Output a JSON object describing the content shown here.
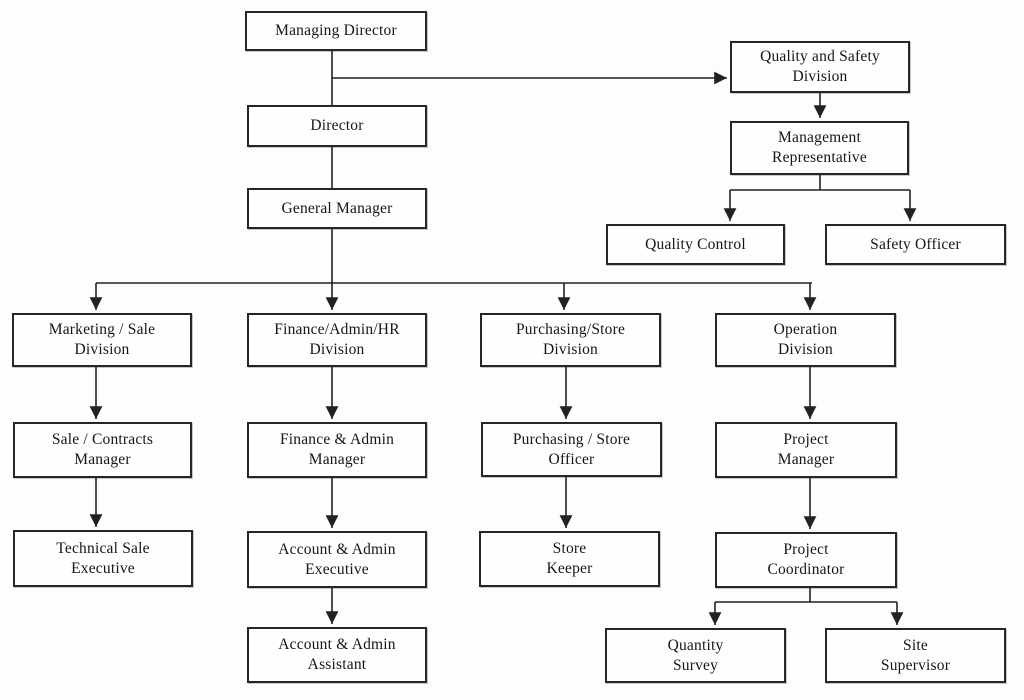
{
  "diagram": {
    "type": "org-chart",
    "background_color": "#fdfdfb",
    "box_fill_color": "#fefefd",
    "box_border_color": "#262624",
    "line_color": "#222222",
    "text_color": "#161616",
    "nodes": {
      "managing_director": {
        "label": "Managing Director"
      },
      "director": {
        "label": "Director"
      },
      "general_manager": {
        "label": "General Manager"
      },
      "quality_safety_division": {
        "label": "Quality and Safety\nDivision"
      },
      "management_representative": {
        "label": "Management\nRepresentative"
      },
      "quality_control": {
        "label": "Quality Control"
      },
      "safety_officer": {
        "label": "Safety Officer"
      },
      "marketing_sale_division": {
        "label": "Marketing / Sale\nDivision"
      },
      "finance_admin_hr_division": {
        "label": "Finance/Admin/HR\nDivision"
      },
      "purchasing_store_division": {
        "label": "Purchasing/Store\nDivision"
      },
      "operation_division": {
        "label": "Operation\nDivision"
      },
      "sale_contracts_manager": {
        "label": "Sale / Contracts\nManager"
      },
      "finance_admin_manager": {
        "label": "Finance & Admin\nManager"
      },
      "purchasing_store_officer": {
        "label": "Purchasing / Store\nOfficer"
      },
      "project_manager": {
        "label": "Project\nManager"
      },
      "technical_sale_executive": {
        "label": "Technical Sale\nExecutive"
      },
      "account_admin_executive": {
        "label": "Account & Admin\nExecutive"
      },
      "store_keeper": {
        "label": "Store\nKeeper"
      },
      "project_coordinator": {
        "label": "Project\nCoordinator"
      },
      "account_admin_assistant": {
        "label": "Account & Admin\nAssistant"
      },
      "quantity_survey": {
        "label": "Quantity\nSurvey"
      },
      "site_supervisor": {
        "label": "Site\nSupervisor"
      }
    },
    "edges": [
      {
        "from": "Managing Director",
        "to": "Director",
        "arrow": false
      },
      {
        "from": "Managing Director",
        "to": "Quality and Safety Division",
        "arrow": true
      },
      {
        "from": "Quality and Safety Division",
        "to": "Management Representative",
        "arrow": true
      },
      {
        "from": "Management Representative",
        "to": "Quality Control",
        "arrow": true
      },
      {
        "from": "Management Representative",
        "to": "Safety Officer",
        "arrow": true
      },
      {
        "from": "Director",
        "to": "General Manager",
        "arrow": false
      },
      {
        "from": "General Manager",
        "to": "Marketing / Sale Division",
        "arrow": true
      },
      {
        "from": "General Manager",
        "to": "Finance/Admin/HR Division",
        "arrow": true
      },
      {
        "from": "General Manager",
        "to": "Purchasing/Store Division",
        "arrow": true
      },
      {
        "from": "General Manager",
        "to": "Operation Division",
        "arrow": true
      },
      {
        "from": "Marketing / Sale Division",
        "to": "Sale / Contracts Manager",
        "arrow": true
      },
      {
        "from": "Sale / Contracts Manager",
        "to": "Technical Sale Executive",
        "arrow": true
      },
      {
        "from": "Finance/Admin/HR Division",
        "to": "Finance & Admin Manager",
        "arrow": true
      },
      {
        "from": "Finance & Admin Manager",
        "to": "Account & Admin Executive",
        "arrow": true
      },
      {
        "from": "Account & Admin Executive",
        "to": "Account & Admin Assistant",
        "arrow": true
      },
      {
        "from": "Purchasing/Store Division",
        "to": "Purchasing / Store Officer",
        "arrow": true
      },
      {
        "from": "Purchasing / Store Officer",
        "to": "Store Keeper",
        "arrow": true
      },
      {
        "from": "Operation Division",
        "to": "Project Manager",
        "arrow": true
      },
      {
        "from": "Project Manager",
        "to": "Project Coordinator",
        "arrow": true
      },
      {
        "from": "Project Coordinator",
        "to": "Quantity Survey",
        "arrow": true
      },
      {
        "from": "Project Coordinator",
        "to": "Site Supervisor",
        "arrow": true
      }
    ]
  }
}
